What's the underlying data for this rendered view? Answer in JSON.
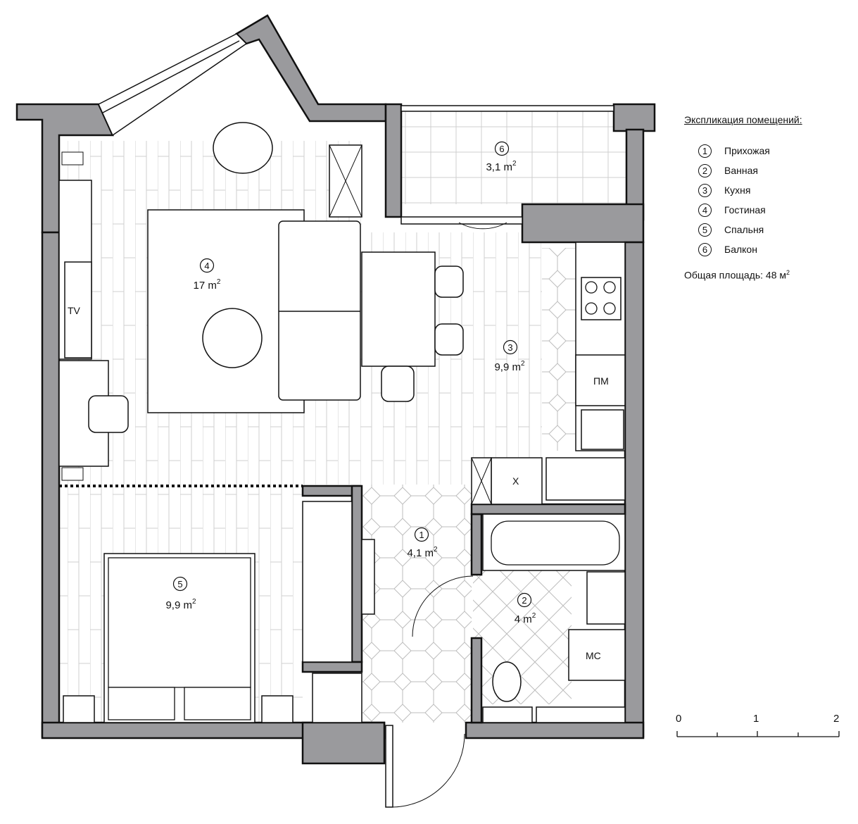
{
  "legend": {
    "title": "Экспликация помещений:",
    "items": [
      {
        "num": "1",
        "name": "Прихожая"
      },
      {
        "num": "2",
        "name": "Ванная"
      },
      {
        "num": "3",
        "name": "Кухня"
      },
      {
        "num": "4",
        "name": "Гостиная"
      },
      {
        "num": "5",
        "name": "Спальня"
      },
      {
        "num": "6",
        "name": "Балкон"
      }
    ],
    "total_label": "Общая площадь: 48 м",
    "total_sup": "2"
  },
  "rooms": {
    "r1": {
      "num": "1",
      "area": "4,1 m",
      "sup": "2"
    },
    "r2": {
      "num": "2",
      "area": "4 m",
      "sup": "2"
    },
    "r3": {
      "num": "3",
      "area": "9,9 m",
      "sup": "2"
    },
    "r4": {
      "num": "4",
      "area": "17 m",
      "sup": "2"
    },
    "r5": {
      "num": "5",
      "area": "9,9 m",
      "sup": "2"
    },
    "r6": {
      "num": "6",
      "area": "3,1 m",
      "sup": "2"
    }
  },
  "fixtures": {
    "tv": "TV",
    "dishwasher": "ПМ",
    "fridge": "X",
    "washer": "МС"
  },
  "scale": {
    "labels": [
      "0",
      "1",
      "2"
    ]
  },
  "colors": {
    "wall": "#9a9a9d",
    "line": "#111111",
    "floor_line": "#c8c8c8"
  }
}
